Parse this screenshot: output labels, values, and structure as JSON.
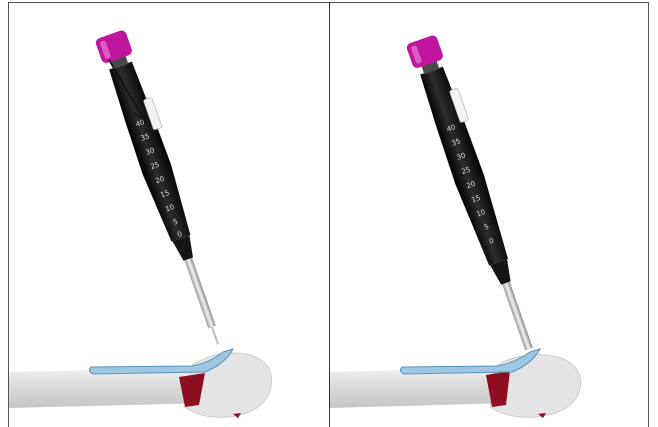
{
  "figure": {
    "panels": [
      {
        "id": "left",
        "shows_push_arrow": true,
        "scale_labels": [
          "40",
          "35",
          "30",
          "25",
          "20",
          "15",
          "10",
          "5",
          "0"
        ]
      },
      {
        "id": "right",
        "shows_push_arrow": false,
        "scale_labels": [
          "40",
          "35",
          "30",
          "25",
          "20",
          "15",
          "10",
          "5",
          "0"
        ]
      }
    ],
    "colors": {
      "cap": "#c0169e",
      "instrument_body": "#111111",
      "plate": "#9cc6e2",
      "bone": "#e0e0e0",
      "tissue": "#8e1020"
    },
    "icons": {
      "push_arrow": "arrow-down-right-icon"
    }
  }
}
